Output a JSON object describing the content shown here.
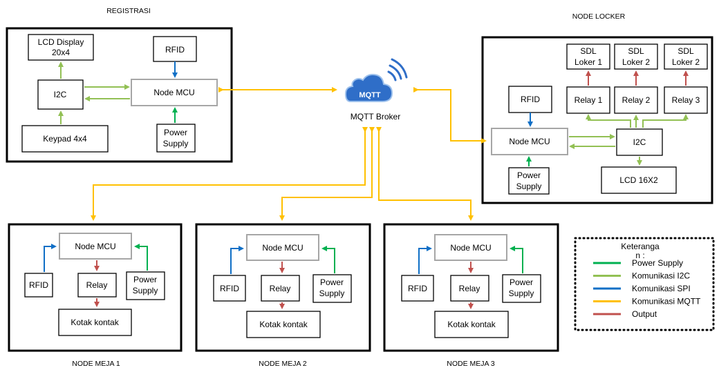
{
  "colors": {
    "power": "#00b050",
    "i2c": "#92c054",
    "spi": "#0f6fc6",
    "mqtt": "#ffc000",
    "output": "#c0504d",
    "mcu_border": "#a6a6a6",
    "cloud": "#2f6ec8"
  },
  "titles": {
    "registrasi": "REGISTRASI",
    "locker": "NODE LOCKER",
    "meja1": "NODE MEJA 1",
    "meja2": "NODE MEJA 2",
    "meja3": "NODE MEJA 3"
  },
  "broker": {
    "logo_text": "MQTT",
    "label": "MQTT Broker",
    "icon": "cloud-wifi-icon"
  },
  "registrasi": {
    "lcd_line1": "LCD Display",
    "lcd_line2": "20x4",
    "rfid": "RFID",
    "i2c": "I2C",
    "mcu": "Node MCU",
    "keypad": "Keypad 4x4",
    "power_line1": "Power",
    "power_line2": "Supply"
  },
  "locker": {
    "sdl1_line1": "SDL",
    "sdl1_line2": "Loker 1",
    "sdl2_line1": "SDL",
    "sdl2_line2": "Loker 2",
    "sdl3_line1": "SDL",
    "sdl3_line2": "Loker 2",
    "relay1": "Relay 1",
    "relay2": "Relay 2",
    "relay3": "Relay 3",
    "rfid": "RFID",
    "mcu": "Node MCU",
    "i2c": "I2C",
    "power_line1": "Power",
    "power_line2": "Supply",
    "lcd": "LCD 16X2"
  },
  "meja": [
    {
      "mcu": "Node MCU",
      "rfid": "RFID",
      "relay": "Relay",
      "power_line1": "Power",
      "power_line2": "Supply",
      "kotak": "Kotak kontak"
    },
    {
      "mcu": "Node MCU",
      "rfid": "RFID",
      "relay": "Relay",
      "power_line1": "Power",
      "power_line2": "Supply",
      "kotak": "Kotak kontak"
    },
    {
      "mcu": "Node MCU",
      "rfid": "RFID",
      "relay": "Relay",
      "power_line1": "Power",
      "power_line2": "Supply",
      "kotak": "Kotak kontak"
    }
  ],
  "legend": {
    "title_line1": "Keteranga",
    "title_line2": "n :",
    "items": [
      {
        "label": "Power Supply",
        "color": "#00b050"
      },
      {
        "label": "Komunikasi I2C",
        "color": "#92c054"
      },
      {
        "label": "Komunikasi SPI",
        "color": "#0f6fc6"
      },
      {
        "label": "Komunikasi MQTT",
        "color": "#ffc000"
      },
      {
        "label": "Output",
        "color": "#c0504d"
      }
    ]
  }
}
